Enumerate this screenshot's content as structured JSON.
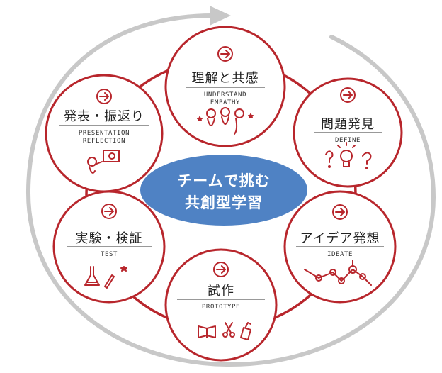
{
  "center": {
    "line1": "チームで挑む",
    "line2": "共創型学習"
  },
  "colors": {
    "accent": "#b8262c",
    "center_fill": "#4f82c4",
    "cycle_arrow": "#c8c8c8"
  },
  "nodes": [
    {
      "id": "understand",
      "title": "理解と共感",
      "sub1": "UNDERSTAND",
      "sub2": "EMPATHY",
      "icon": "people-icon"
    },
    {
      "id": "define",
      "title": "問題発見",
      "sub1": "DEFINE",
      "sub2": "",
      "icon": "lightbulb-question-icon"
    },
    {
      "id": "ideate",
      "title": "アイデア発想",
      "sub1": "IDEATE",
      "sub2": "",
      "icon": "network-icon"
    },
    {
      "id": "prototype",
      "title": "試作",
      "sub1": "PROTOTYPE",
      "sub2": "",
      "icon": "craft-tools-icon"
    },
    {
      "id": "test",
      "title": "実験・検証",
      "sub1": "TEST",
      "sub2": "",
      "icon": "flask-icon"
    },
    {
      "id": "presentation",
      "title": "発表・振返り",
      "sub1": "PRESENTATION",
      "sub2": "REFLECTION",
      "icon": "presenter-icon"
    }
  ]
}
